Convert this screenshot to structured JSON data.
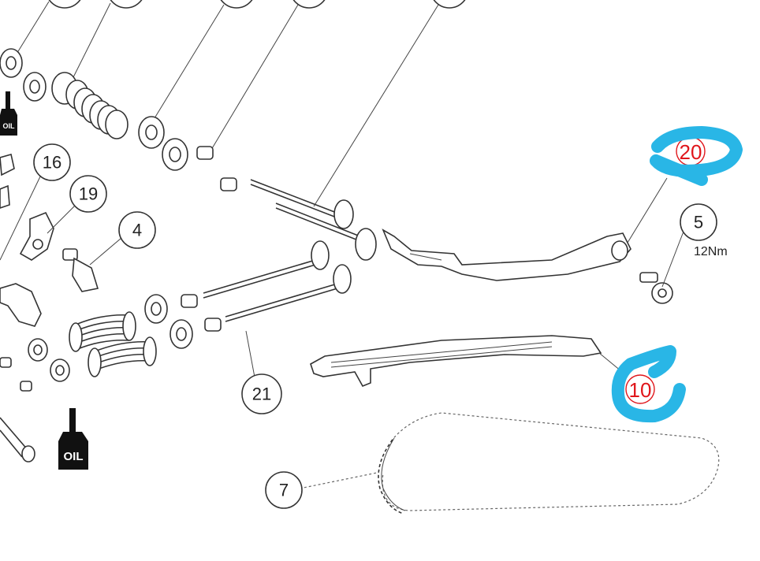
{
  "callouts": {
    "c16": "16",
    "c19": "19",
    "c4": "4",
    "c5": "5",
    "c21": "21",
    "c7": "7"
  },
  "torque": {
    "c5": "12Nm"
  },
  "red_marks": {
    "m20": "20",
    "m10": "10"
  },
  "oil": {
    "small": "OIL",
    "large": "OIL"
  },
  "colors": {
    "highlight": "#29b6e6",
    "red_mark": "#e0161b"
  }
}
